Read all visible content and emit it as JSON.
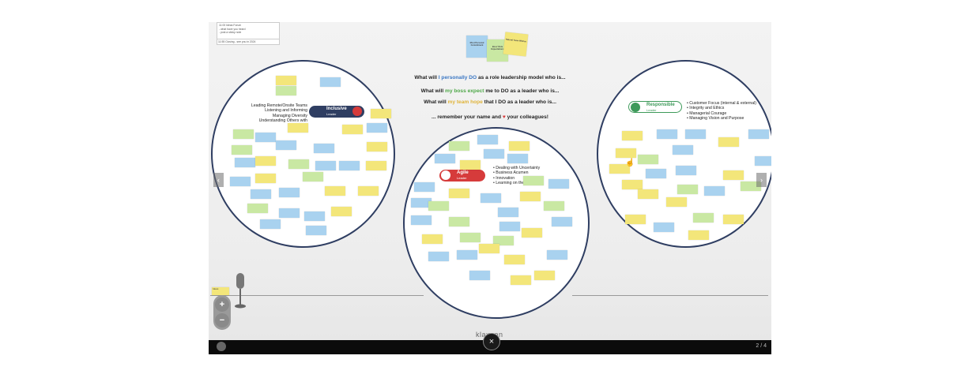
{
  "agenda": {
    "rows": [
      "11:00  Ideas Forum",
      "- what have you heard",
      "- post a sticky note",
      "11:55  Closing - see you in 2024"
    ]
  },
  "questions": {
    "q1_prefix": "What will ",
    "q1_hl": "I personally DO",
    "q1_suffix": " as a role leadership model who is...",
    "q2_prefix": "What will ",
    "q2_hl": "my boss expect",
    "q2_suffix": " me to DO as a leader who is...",
    "q3_prefix": "What will ",
    "q3_hl": "my team hope",
    "q3_suffix": " that I DO as a leader who is...",
    "q4_prefix": "... remember your name and ",
    "q4_heart": "♥",
    "q4_suffix": " your colleagues!"
  },
  "top_stickies": [
    "Most Personal Commitment",
    "Boss' Role Expectations",
    "Natural Team Wishes"
  ],
  "inclusive": {
    "title": "Inclusive",
    "subtitle": "Leader",
    "color": "#2f3e62",
    "traits": [
      "Leading Remote/Onsite Teams",
      "Listening and Informing",
      "Managing Diversity",
      "Understanding Others with Empathy"
    ]
  },
  "agile": {
    "title": "Agile",
    "subtitle": "Leader",
    "color": "#d63b3b",
    "traits": [
      "• Dealing with Uncertainty",
      "• Business Acumen",
      "• Innovation",
      "• Learning on the F..."
    ]
  },
  "responsible": {
    "title": "Responsible",
    "subtitle": "Leader",
    "color": "#3e9a5a",
    "traits": [
      "• Customer Focus (internal & external)",
      "• Integrity and Ethics",
      "• Managerial Courage",
      "• Managing Vision and Purpose"
    ]
  },
  "brand": "klaxoon",
  "page_counter": "2 / 4",
  "close_symbol": "×",
  "zoom_in": "+",
  "zoom_out": "−",
  "nav_prev": "‹",
  "nav_next": "›",
  "corner_note": "Ideas",
  "icons": [
    "close-icon",
    "zoom-in-icon",
    "zoom-out-icon",
    "microphone-icon",
    "chevron-left-icon",
    "chevron-right-icon",
    "download-icon",
    "cursor-hand-icon"
  ]
}
